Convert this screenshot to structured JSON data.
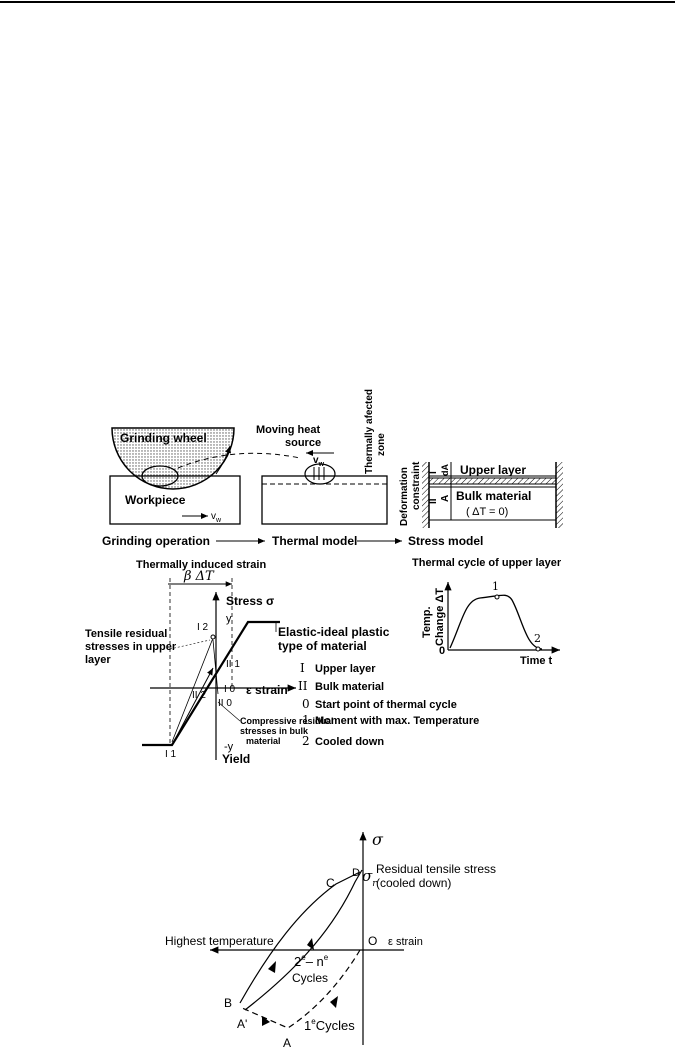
{
  "figure1": {
    "grinding_wheel": "Grinding wheel",
    "workpiece": "Workpiece",
    "vw": "v",
    "vw_sub": "w",
    "moving_heat_source_1": "Moving heat",
    "moving_heat_source_2": "source",
    "thermally_affected_1": "Thermally afected",
    "thermally_affected_2": "zone",
    "deformation_1": "Deformation",
    "deformation_2": "constraint",
    "roman_I": "I",
    "roman_II": "II",
    "dA": "dA",
    "A": "A",
    "upper_layer": "Upper layer",
    "bulk_material": "Bulk material",
    "delta_t_zero": "( ΔT = 0)",
    "flow": [
      "Grinding operation",
      "Thermal model",
      "Stress model"
    ]
  },
  "figure2": {
    "thermally_induced_strain": "Thermally induced strain",
    "beta_delta_t": "β ΔT",
    "stress_sigma": "Stress σ",
    "y": "y",
    "minus_y": "-y",
    "yield": "Yield",
    "strain_axis": "ε strain",
    "tensile_1": "Tensile residual",
    "tensile_2": "stresses in upper",
    "tensile_3": "layer",
    "elastic_1": "Elastic-ideal plastic",
    "elastic_2": "type of material",
    "compressive_1": "Compressive residual",
    "compressive_2": "stresses in bulk",
    "compressive_3": "material",
    "point_labels": [
      "I 2",
      "II 1",
      "II 2",
      "I 0",
      "II 0",
      "I 1"
    ],
    "legend": [
      {
        "key": "I",
        "text": "Upper layer"
      },
      {
        "key": "II",
        "text": "Bulk material"
      },
      {
        "key": "0",
        "text": "Start point of thermal cycle"
      },
      {
        "key": "1",
        "text": "Moment with max. Temperature"
      },
      {
        "key": "2",
        "text": "Cooled down"
      }
    ],
    "thermal_cycle_title": "Thermal cycle of upper layer",
    "temp_1": "Temp.",
    "temp_2": "Change ΔT",
    "origin_zero": "0",
    "time_t": "Time t",
    "peak_label": "1",
    "end_label": "2"
  },
  "figure3": {
    "sigma": "σ",
    "sigma_r_sub": "r",
    "D": "D",
    "C": "C",
    "B": "B",
    "A_prime": "A'",
    "A": "A",
    "O": "O",
    "strain": "ε strain",
    "residual_1": "Residual tensile stress",
    "residual_2": "(cooled down)",
    "highest_temp": "Highest temperature",
    "cycles_2": "2",
    "cycles_2_sup": "e",
    "cycles_n": "– n",
    "cycles_n_sup": "e",
    "cycles_word": "Cycles",
    "cycles_1": "1",
    "cycles_1_sup": "e",
    "cycles_1_word": "Cycles"
  }
}
